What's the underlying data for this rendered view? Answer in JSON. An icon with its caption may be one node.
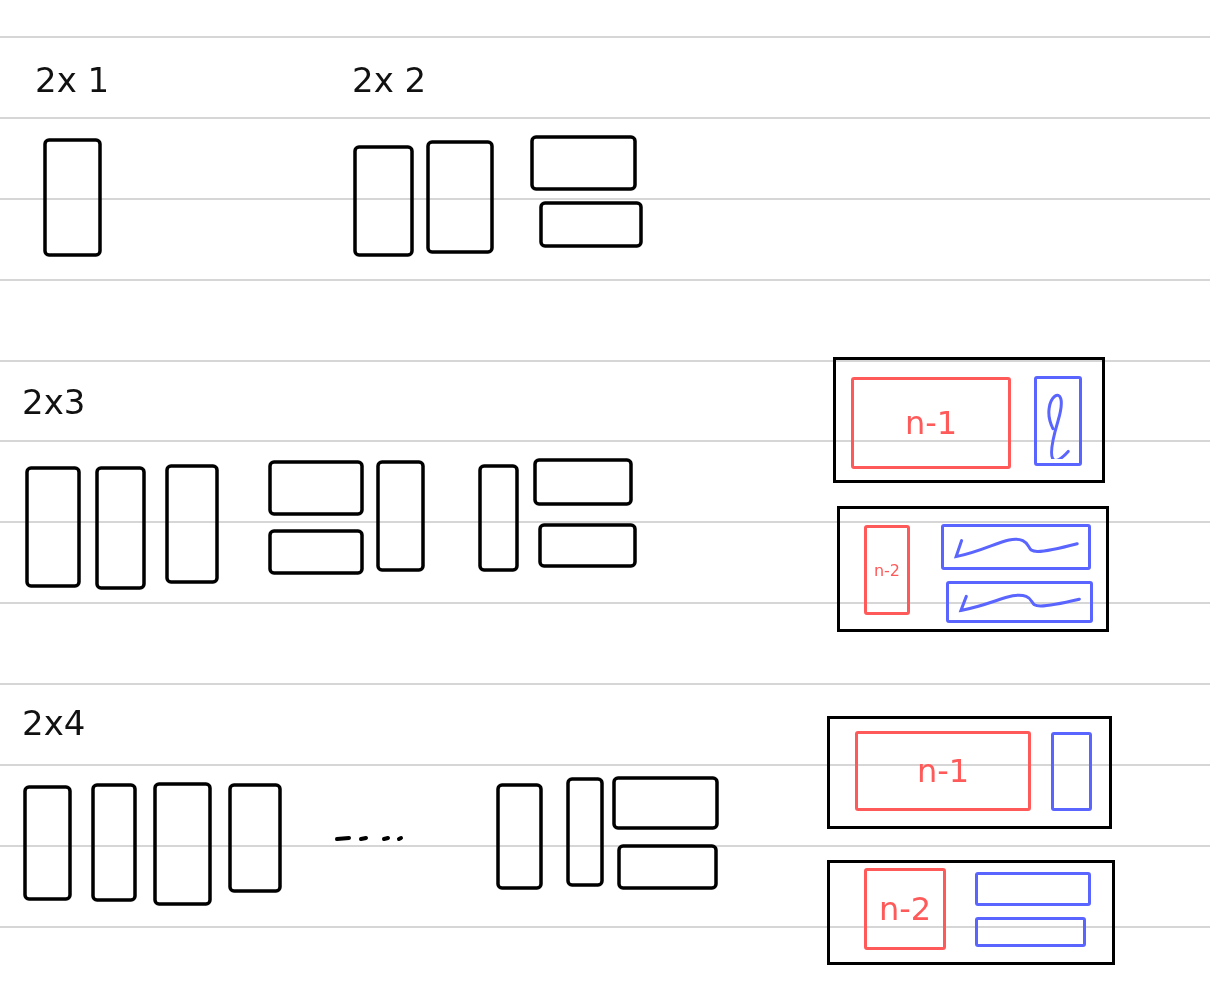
{
  "diagram": {
    "nodes": [
      {
        "text": [],
        "shape": "box"
      },
      {
        "text": [
          "n-1"
        ],
        "in": 0
      },
      {
        "text": [],
        "shape": "box",
        "in": 0
      },
      {
        "text": [],
        "shape": "box"
      },
      {
        "text": [
          "n-2"
        ],
        "in": 3
      },
      {
        "text": [],
        "shape": "box",
        "in": 3
      },
      {
        "text": [],
        "shape": "box",
        "in": 3
      },
      {
        "text": [],
        "shape": "box"
      },
      {
        "text": [
          "n-1"
        ],
        "in": 7
      },
      {
        "text": [],
        "shape": "box",
        "in": 7
      },
      {
        "text": [],
        "shape": "box"
      },
      {
        "text": [
          "n-2"
        ],
        "in": 10
      },
      {
        "text": [],
        "shape": "box",
        "in": 10
      },
      {
        "text": [],
        "shape": "box",
        "in": 10
      }
    ],
    "labels": [
      "2x 1",
      "2x 2",
      "2x3",
      "2x4"
    ]
  }
}
